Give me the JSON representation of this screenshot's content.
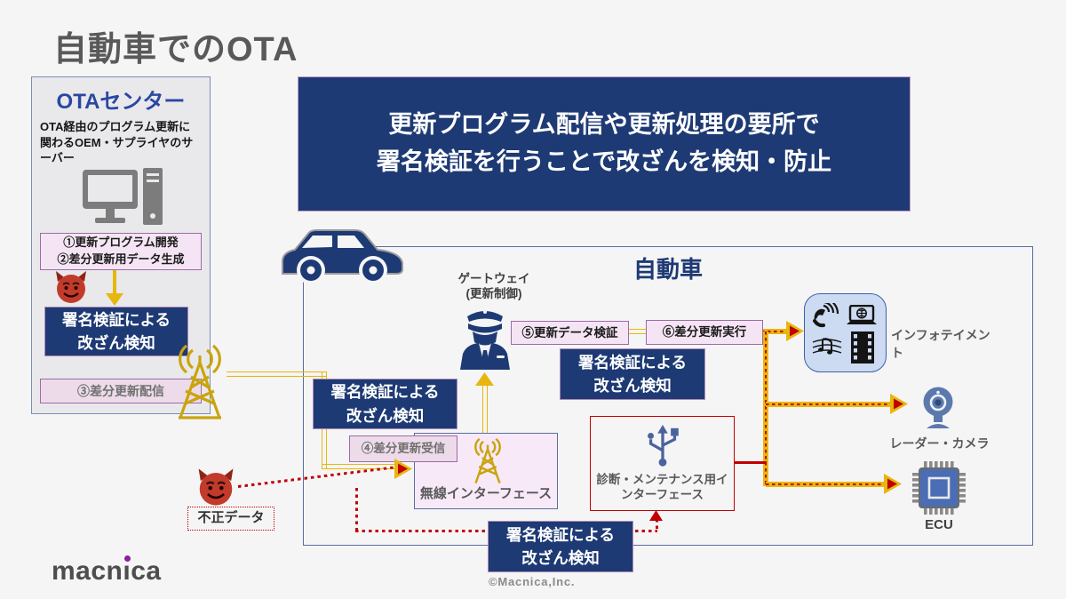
{
  "title": "自動車でのOTA",
  "logo_text_left": "macn",
  "logo_text_i": "ı",
  "logo_text_right": "ca",
  "copyright": "©Macnica,Inc.",
  "verify_label": {
    "line1": "署名検証による",
    "line2": "改ざん検知"
  },
  "ota_center": {
    "title": "OTAセンター",
    "description": "OTA経由のプログラム更新に関わるOEM・サプライヤのサーバー",
    "step1": "①更新プログラム開発",
    "step2": "②差分更新用データ生成",
    "step3": "③差分更新配信"
  },
  "banner": {
    "line1": "更新プログラム配信や更新処理の要所で",
    "line2": "署名検証を行うことで改ざんを検知・防止"
  },
  "car": {
    "label": "自動車",
    "gateway_line1": "ゲートウェイ",
    "gateway_line2": "(更新制御)",
    "step4": "④差分更新受信",
    "step5": "⑤更新データ検証",
    "step6": "⑥差分更新実行",
    "wireless_label": "無線インターフェース",
    "diag_label": "診断・メンテナンス用インターフェース",
    "infotainment_label": "インフォテイメント",
    "radar_label": "レーダー・カメラ",
    "ecu_label": "ECU"
  },
  "attacker_label": "不正データ",
  "colors": {
    "navy": "#1e3a74",
    "yellow": "#e7b70e",
    "red": "#c00000",
    "pink_fill": "#f5e5f4",
    "purple_border": "#9d6aa8",
    "ota_title_blue": "#2b48a0"
  }
}
